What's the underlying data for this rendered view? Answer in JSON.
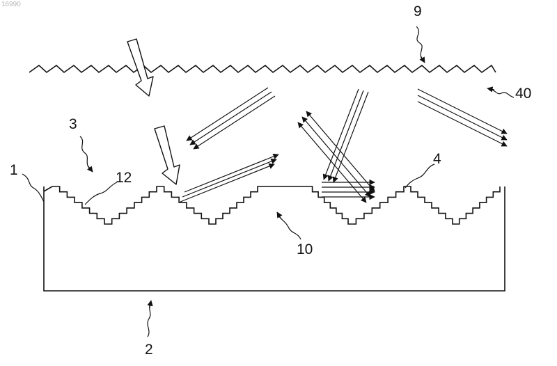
{
  "figure_id": "16990",
  "reference_numerals": {
    "r1": "1",
    "r2": "2",
    "r3": "3",
    "r4": "4",
    "r9": "9",
    "r10": "10",
    "r12": "12",
    "r40": "40"
  }
}
